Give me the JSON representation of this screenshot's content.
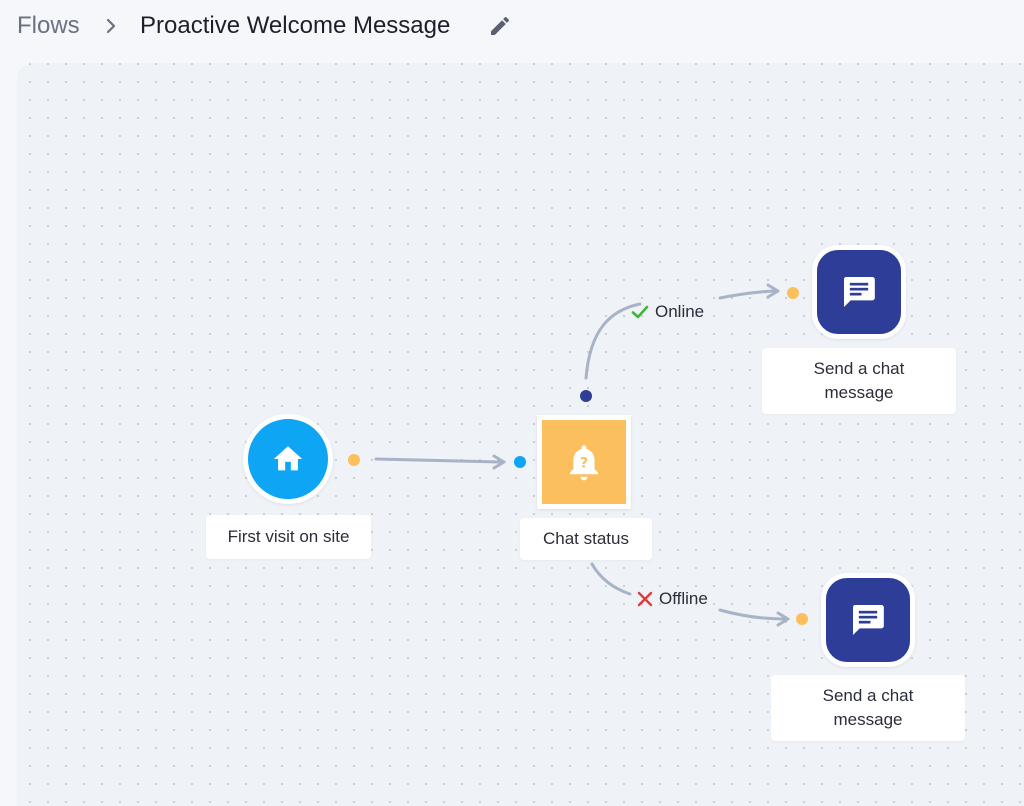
{
  "breadcrumb": {
    "root": "Flows",
    "title": "Proactive Welcome Message"
  },
  "nodes": {
    "trigger": {
      "label": "First visit on site",
      "icon": "home-icon",
      "color": "#0ea5f5"
    },
    "condition": {
      "label": "Chat status",
      "icon": "bell-question-icon",
      "color": "#fcbf5e"
    },
    "action_online": {
      "label_line1": "Send a chat",
      "label_line2": "message",
      "icon": "chat-message-icon",
      "color": "#2e3d98"
    },
    "action_offline": {
      "label_line1": "Send a chat",
      "label_line2": "message",
      "icon": "chat-message-icon",
      "color": "#2e3d98"
    }
  },
  "edges": {
    "online_label": "Online",
    "offline_label": "Offline"
  },
  "colors": {
    "port_output": "#fcbf5e",
    "port_input": "#0ea5f5",
    "port_condition": "#2e3d98",
    "edge": "#a8b3c7",
    "check": "#3cb93c",
    "cross": "#e03b3b"
  }
}
